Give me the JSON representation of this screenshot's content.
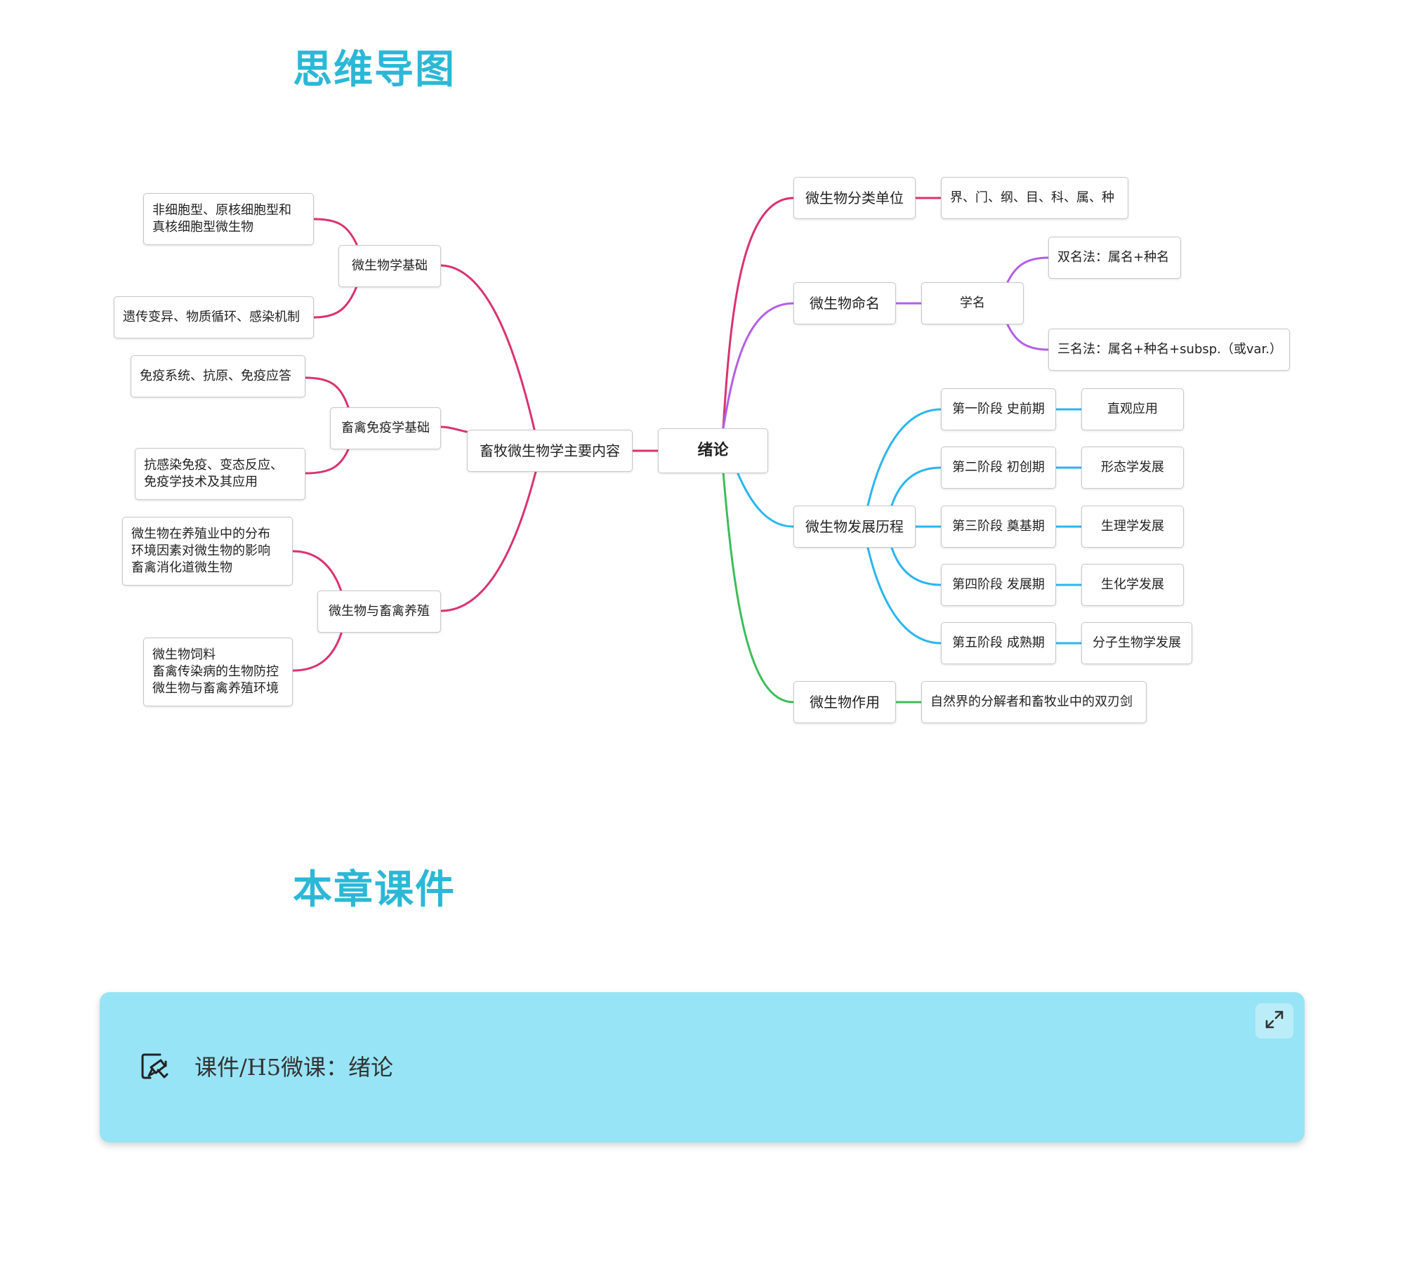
{
  "sections": {
    "mindmap_title": "思维导图",
    "courseware_title": "本章课件"
  },
  "mindmap": {
    "root": "绪论",
    "left_hub": "畜牧微生物学主要内容",
    "left_branches": [
      {
        "label": "微生物学基础",
        "children": [
          "非细胞型、原核细胞型和\n真核细胞型微生物",
          "遗传变异、物质循环、感染机制"
        ]
      },
      {
        "label": "畜禽免疫学基础",
        "children": [
          "免疫系统、抗原、免疫应答",
          "抗感染免疫、变态反应、\n免疫学技术及其应用"
        ]
      },
      {
        "label": "微生物与畜禽养殖",
        "children": [
          "微生物在养殖业中的分布\n环境因素对微生物的影响\n畜禽消化道微生物",
          "微生物饲料\n畜禽传染病的生物防控\n微生物与畜禽养殖环境"
        ]
      }
    ],
    "right_branches": [
      {
        "label": "微生物分类单位",
        "children": [
          "界、门、纲、目、科、属、种"
        ]
      },
      {
        "label": "微生物命名",
        "sub": "学名",
        "children": [
          "双名法：属名+种名",
          "三名法：属名+种名+subsp.（或var.）"
        ]
      },
      {
        "label": "微生物发展历程",
        "stages": [
          {
            "stage": "第一阶段 史前期",
            "result": "直观应用"
          },
          {
            "stage": "第二阶段 初创期",
            "result": "形态学发展"
          },
          {
            "stage": "第三阶段 奠基期",
            "result": "生理学发展"
          },
          {
            "stage": "第四阶段 发展期",
            "result": "生化学发展"
          },
          {
            "stage": "第五阶段 成熟期",
            "result": "分子生物学发展"
          }
        ]
      },
      {
        "label": "微生物作用",
        "children": [
          "自然界的分解者和畜牧业中的双刃剑"
        ]
      }
    ],
    "colors": {
      "left": "#d9336e",
      "classification": "#d9336e",
      "naming": "#b25ee8",
      "history": "#2bb5ef",
      "function": "#3dbd58"
    }
  },
  "courseware": {
    "label": "课件/H5微课：绪论",
    "icon": "pen-edit-icon",
    "expand_icon": "expand-icon",
    "background": "#97e4f6"
  }
}
